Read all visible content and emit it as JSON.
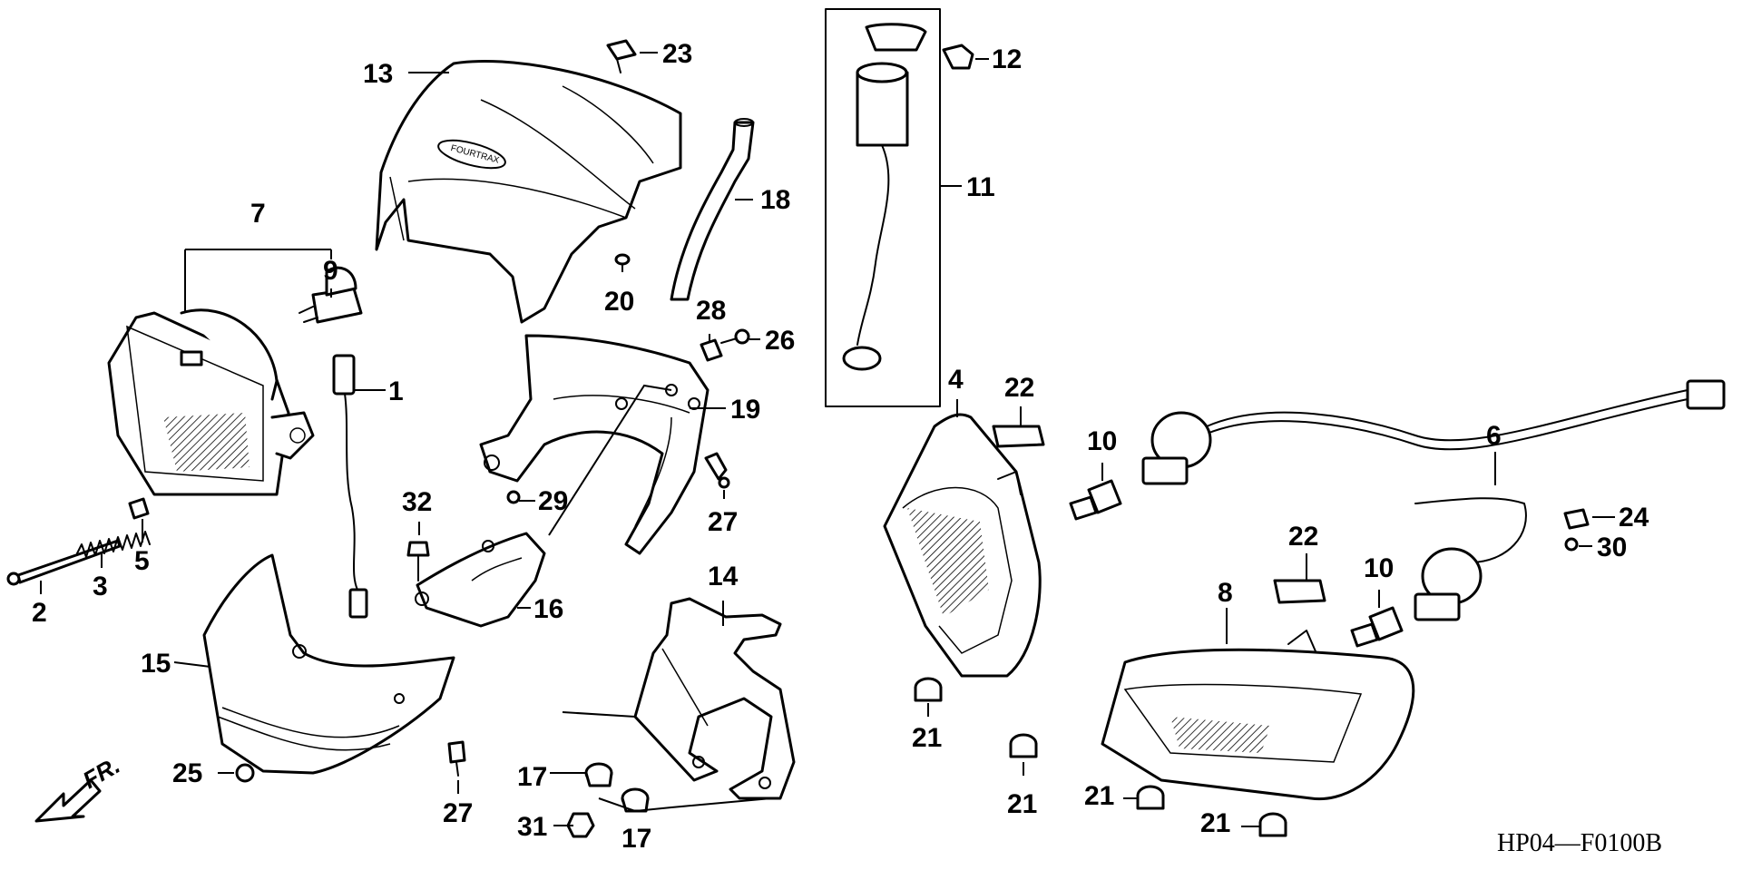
{
  "diagram": {
    "drawing_code": "HP04—F0100B",
    "direction_label": "FR.",
    "logo_text": "FOURTRAX",
    "callouts": {
      "c1": "1",
      "c2": "2",
      "c3": "3",
      "c4": "4",
      "c5": "5",
      "c6": "6",
      "c7": "7",
      "c8": "8",
      "c9": "9",
      "c10a": "10",
      "c10b": "10",
      "c11": "11",
      "c12": "12",
      "c13": "13",
      "c14": "14",
      "c15": "15",
      "c16": "16",
      "c17a": "17",
      "c17b": "17",
      "c18": "18",
      "c19": "19",
      "c20": "20",
      "c21a": "21",
      "c21b": "21",
      "c21c": "21",
      "c21d": "21",
      "c22a": "22",
      "c22b": "22",
      "c23": "23",
      "c24": "24",
      "c25": "25",
      "c26": "26",
      "c27a": "27",
      "c27b": "27",
      "c28": "28",
      "c29": "29",
      "c30": "30",
      "c31": "31",
      "c32": "32"
    }
  }
}
